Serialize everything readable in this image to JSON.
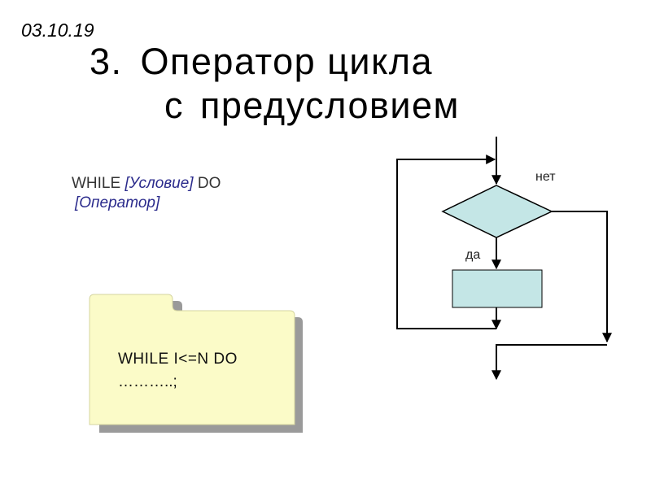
{
  "date": "03.10.19",
  "title": {
    "number": "3.",
    "line1_text": "Оператор цикла",
    "line2_word1": "с",
    "line2_word2": "предусловием"
  },
  "syntax": {
    "keyword_while": "WHILE",
    "condition": "[Условие]",
    "keyword_do": "DO",
    "statement": "[Оператор]"
  },
  "example": {
    "line1": "WHILE  I<=N  DO",
    "line2": "………..;"
  },
  "flowchart": {
    "label_no": "нет",
    "label_yes": "да"
  },
  "colors": {
    "folder_fill": "#fbfbc8",
    "shape_fill": "#c4e6e6",
    "syntax_text": "#1e1e7a"
  }
}
